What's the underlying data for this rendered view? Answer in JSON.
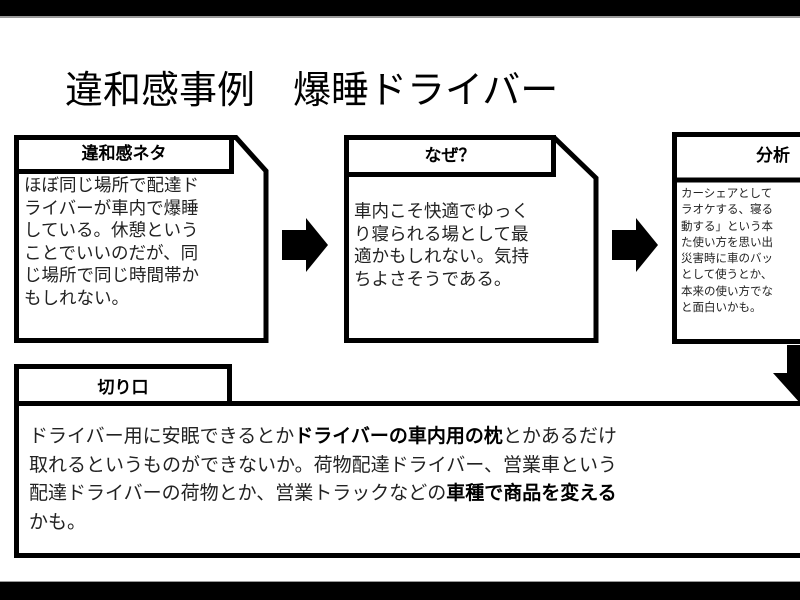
{
  "slide": {
    "title": "違和感事例　爆睡ドライバー"
  },
  "boxes": [
    {
      "header": "違和感ネタ",
      "lines": [
        "ほぼ同じ場所で配達ド",
        "ライバーが車内で爆睡",
        "している。休憩という",
        "ことでいいのだが、同",
        "じ場所で同じ時間帯か",
        "もしれない。"
      ]
    },
    {
      "header": "なぜ？",
      "lines": [
        "車内こそ快適でゆっく",
        "り寝られる場として最",
        "適かもしれない。気持",
        "ちよさそうである。"
      ]
    },
    {
      "header": "分析",
      "lines": [
        "カーシェアとして",
        "ラオケする、寝る",
        "動する」という本",
        "た使い方を思い出",
        "災害時に車のバッ",
        "として使うとか、",
        "本来の使い方でな",
        "と面白いかも。"
      ]
    }
  ],
  "cut": {
    "header": "切り口",
    "lines": [
      [
        {
          "text": "ドライバー用に安眠できるとか",
          "bold": false
        },
        {
          "text": "ドライバーの車内用の枕",
          "bold": true
        },
        {
          "text": "とかあるだけ",
          "bold": false
        }
      ],
      [
        {
          "text": "取れるというものができないか。荷物配達ドライバー、営業車という",
          "bold": false
        }
      ],
      [
        {
          "text": "配達ドライバーの荷物とか、営業トラックなどの",
          "bold": false
        },
        {
          "text": "車種で商品を変える",
          "bold": true
        }
      ],
      [
        {
          "text": "かも。",
          "bold": false
        }
      ]
    ]
  },
  "colors": {
    "border": "#000000",
    "text": "#222222",
    "background": "#ffffff"
  }
}
